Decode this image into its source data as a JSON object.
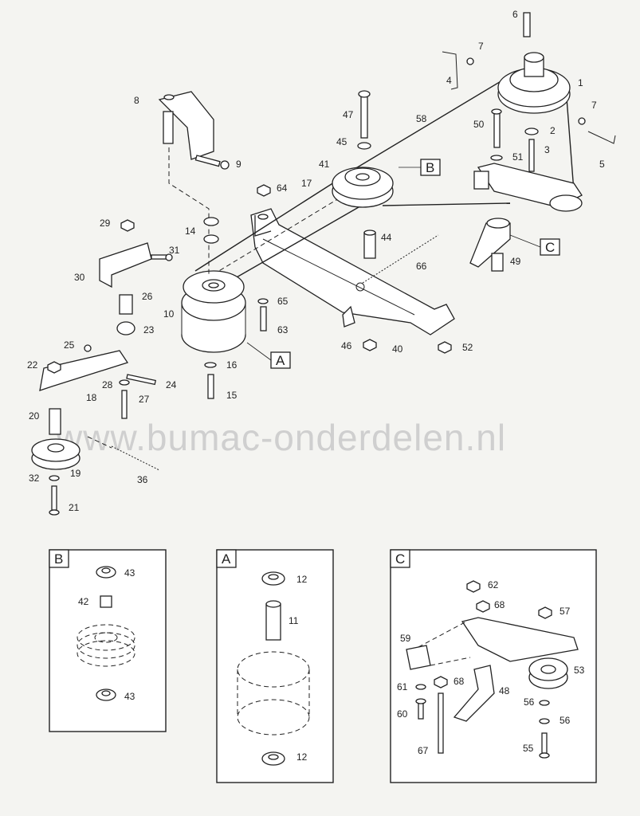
{
  "watermark": "www.bumac-onderdelen.nl",
  "detail_labels": {
    "a": "A",
    "b": "B",
    "c": "C"
  },
  "main_callouts": [
    "1",
    "2",
    "3",
    "4",
    "5",
    "6",
    "7",
    "7",
    "8",
    "9",
    "10",
    "14",
    "15",
    "16",
    "17",
    "19",
    "20",
    "21",
    "22",
    "23",
    "24",
    "25",
    "26",
    "27",
    "28",
    "29",
    "30",
    "31",
    "32",
    "36",
    "18",
    "40",
    "41",
    "44",
    "45",
    "46",
    "47",
    "49",
    "50",
    "51",
    "52",
    "58",
    "63",
    "64",
    "65",
    "66"
  ],
  "detail_b_callouts": [
    "43",
    "42",
    "43"
  ],
  "detail_a_callouts": [
    "12",
    "11",
    "12"
  ],
  "detail_c_callouts": [
    "62",
    "68",
    "57",
    "59",
    "53",
    "61",
    "68",
    "48",
    "60",
    "56",
    "56",
    "67",
    "55"
  ]
}
